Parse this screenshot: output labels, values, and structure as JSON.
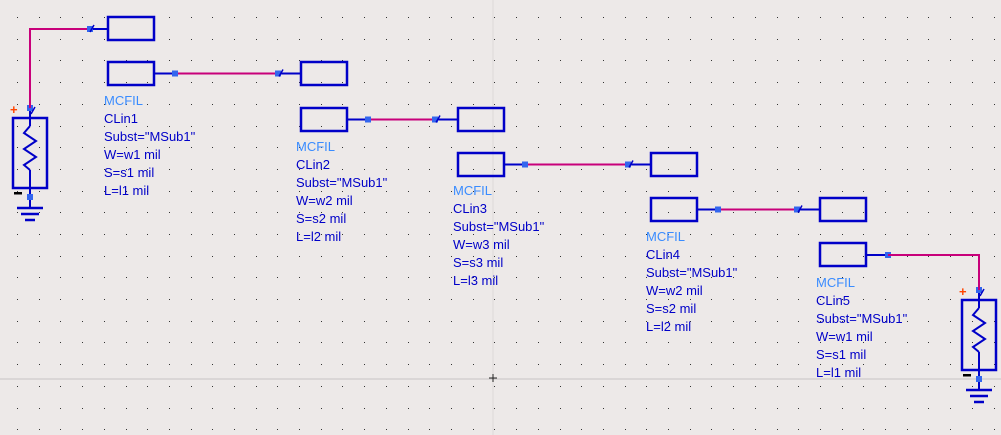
{
  "colors": {
    "component": "#0000c8",
    "wire": "#c8007a",
    "name": "#3a8cff",
    "node": "#3366ee",
    "plus": "#ff4400",
    "grid": "#333333",
    "guide": "#c8c4c4"
  },
  "components": [
    {
      "type": "MCFIL",
      "name": "CLin1",
      "subst": "Subst=\"MSub1\"",
      "w": "W=w1 mil",
      "s": "S=s1 mil",
      "l": "L=l1 mil"
    },
    {
      "type": "MCFIL",
      "name": "CLin2",
      "subst": "Subst=\"MSub1\"",
      "w": "W=w2 mil",
      "s": "S=s2 mil",
      "l": "L=l2 mil"
    },
    {
      "type": "MCFIL",
      "name": "CLin3",
      "subst": "Subst=\"MSub1\"",
      "w": "W=w3 mil",
      "s": "S=s3 mil",
      "l": "L=l3 mil"
    },
    {
      "type": "MCFIL",
      "name": "CLin4",
      "subst": "Subst=\"MSub1\"",
      "w": "W=w2 mil",
      "s": "S=s2 mil",
      "l": "L=l2 mil"
    },
    {
      "type": "MCFIL",
      "name": "CLin5",
      "subst": "Subst=\"MSub1\"",
      "w": "W=w1 mil",
      "s": "S=s1 mil",
      "l": "L=l1 mil"
    }
  ],
  "terminals": {
    "plus": "+",
    "minus": "−"
  }
}
